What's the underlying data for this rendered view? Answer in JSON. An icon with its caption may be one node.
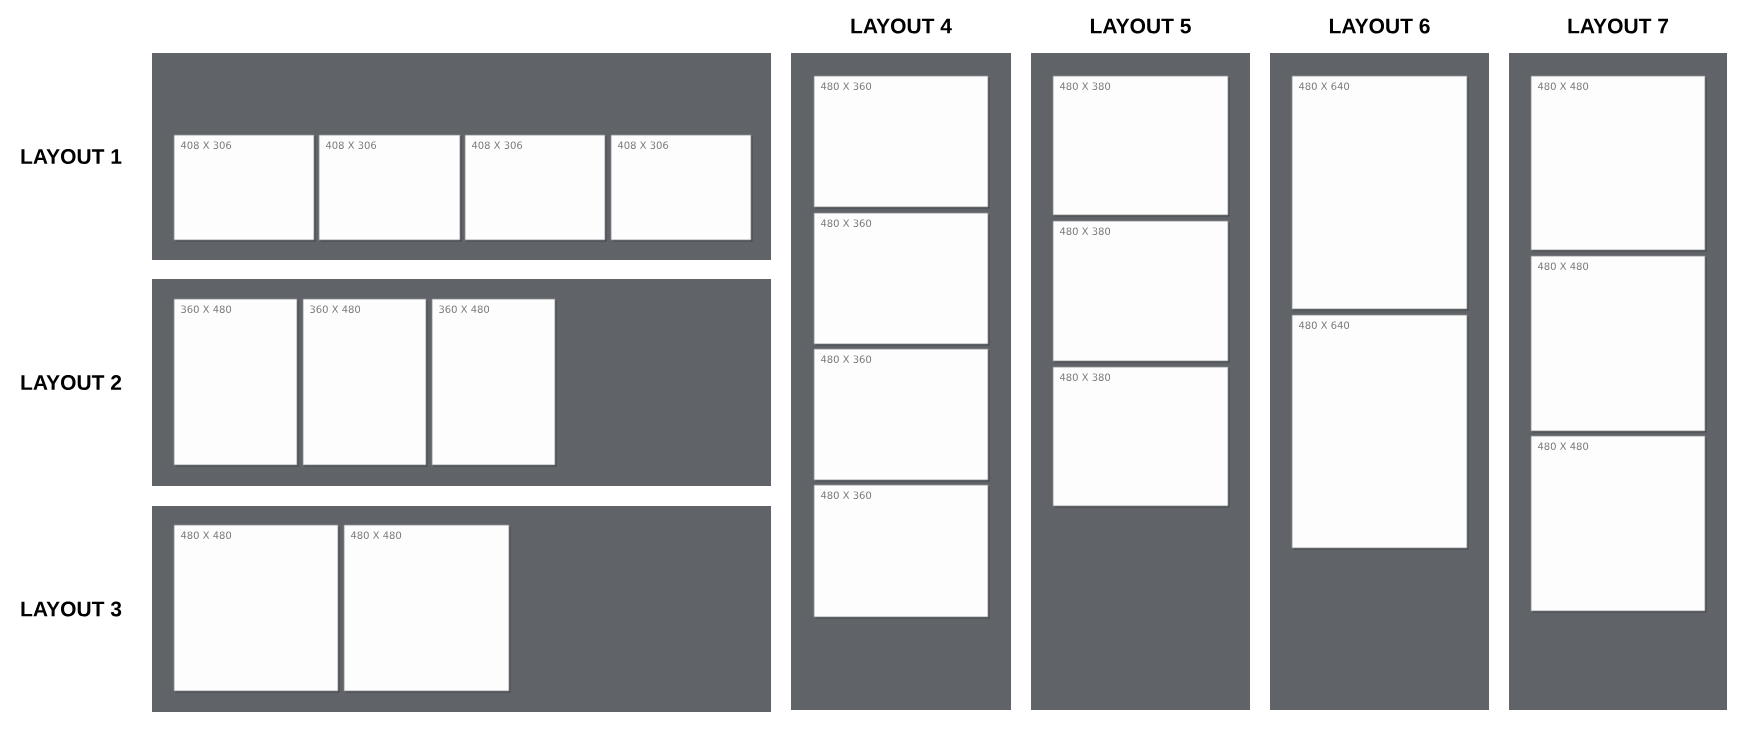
{
  "diagram": {
    "nodes": [
      {
        "text": [
          "LAYOUT 1"
        ]
      },
      {
        "text": [
          "408 X 306"
        ],
        "in": 0
      },
      {
        "text": [
          "408 X 306"
        ],
        "in": 0
      },
      {
        "text": [
          "408 X 306"
        ],
        "in": 0
      },
      {
        "text": [
          "408 X 306"
        ],
        "in": 0
      },
      {
        "text": [
          "LAYOUT 2"
        ]
      },
      {
        "text": [
          "360 X 480"
        ],
        "in": 5
      },
      {
        "text": [
          "360 X 480"
        ],
        "in": 5
      },
      {
        "text": [
          "360 X 480"
        ],
        "in": 5
      },
      {
        "text": [
          "LAYOUT 3"
        ]
      },
      {
        "text": [
          "480 X 480"
        ],
        "in": 9
      },
      {
        "text": [
          "480 X 480"
        ],
        "in": 9
      },
      {
        "text": [
          "LAYOUT 4"
        ]
      },
      {
        "text": [
          "480 X 360"
        ],
        "in": 12
      },
      {
        "text": [
          "480 X 360"
        ],
        "in": 12
      },
      {
        "text": [
          "480 X 360"
        ],
        "in": 12
      },
      {
        "text": [
          "480 X 360"
        ],
        "in": 12
      },
      {
        "text": [
          "LAYOUT 5"
        ]
      },
      {
        "text": [
          "480 X 380"
        ],
        "in": 17
      },
      {
        "text": [
          "480 X 380"
        ],
        "in": 17
      },
      {
        "text": [
          "480 X 380"
        ],
        "in": 17
      },
      {
        "text": [
          "LAYOUT 6"
        ]
      },
      {
        "text": [
          "480 X 640"
        ],
        "in": 21
      },
      {
        "text": [
          "480 X 640"
        ],
        "in": 21
      },
      {
        "text": [
          "LAYOUT 7"
        ]
      },
      {
        "text": [
          "480 X 480"
        ],
        "in": 24
      },
      {
        "text": [
          "480 X 480"
        ],
        "in": 24
      },
      {
        "text": [
          "480 X 480"
        ],
        "in": 24
      }
    ]
  }
}
